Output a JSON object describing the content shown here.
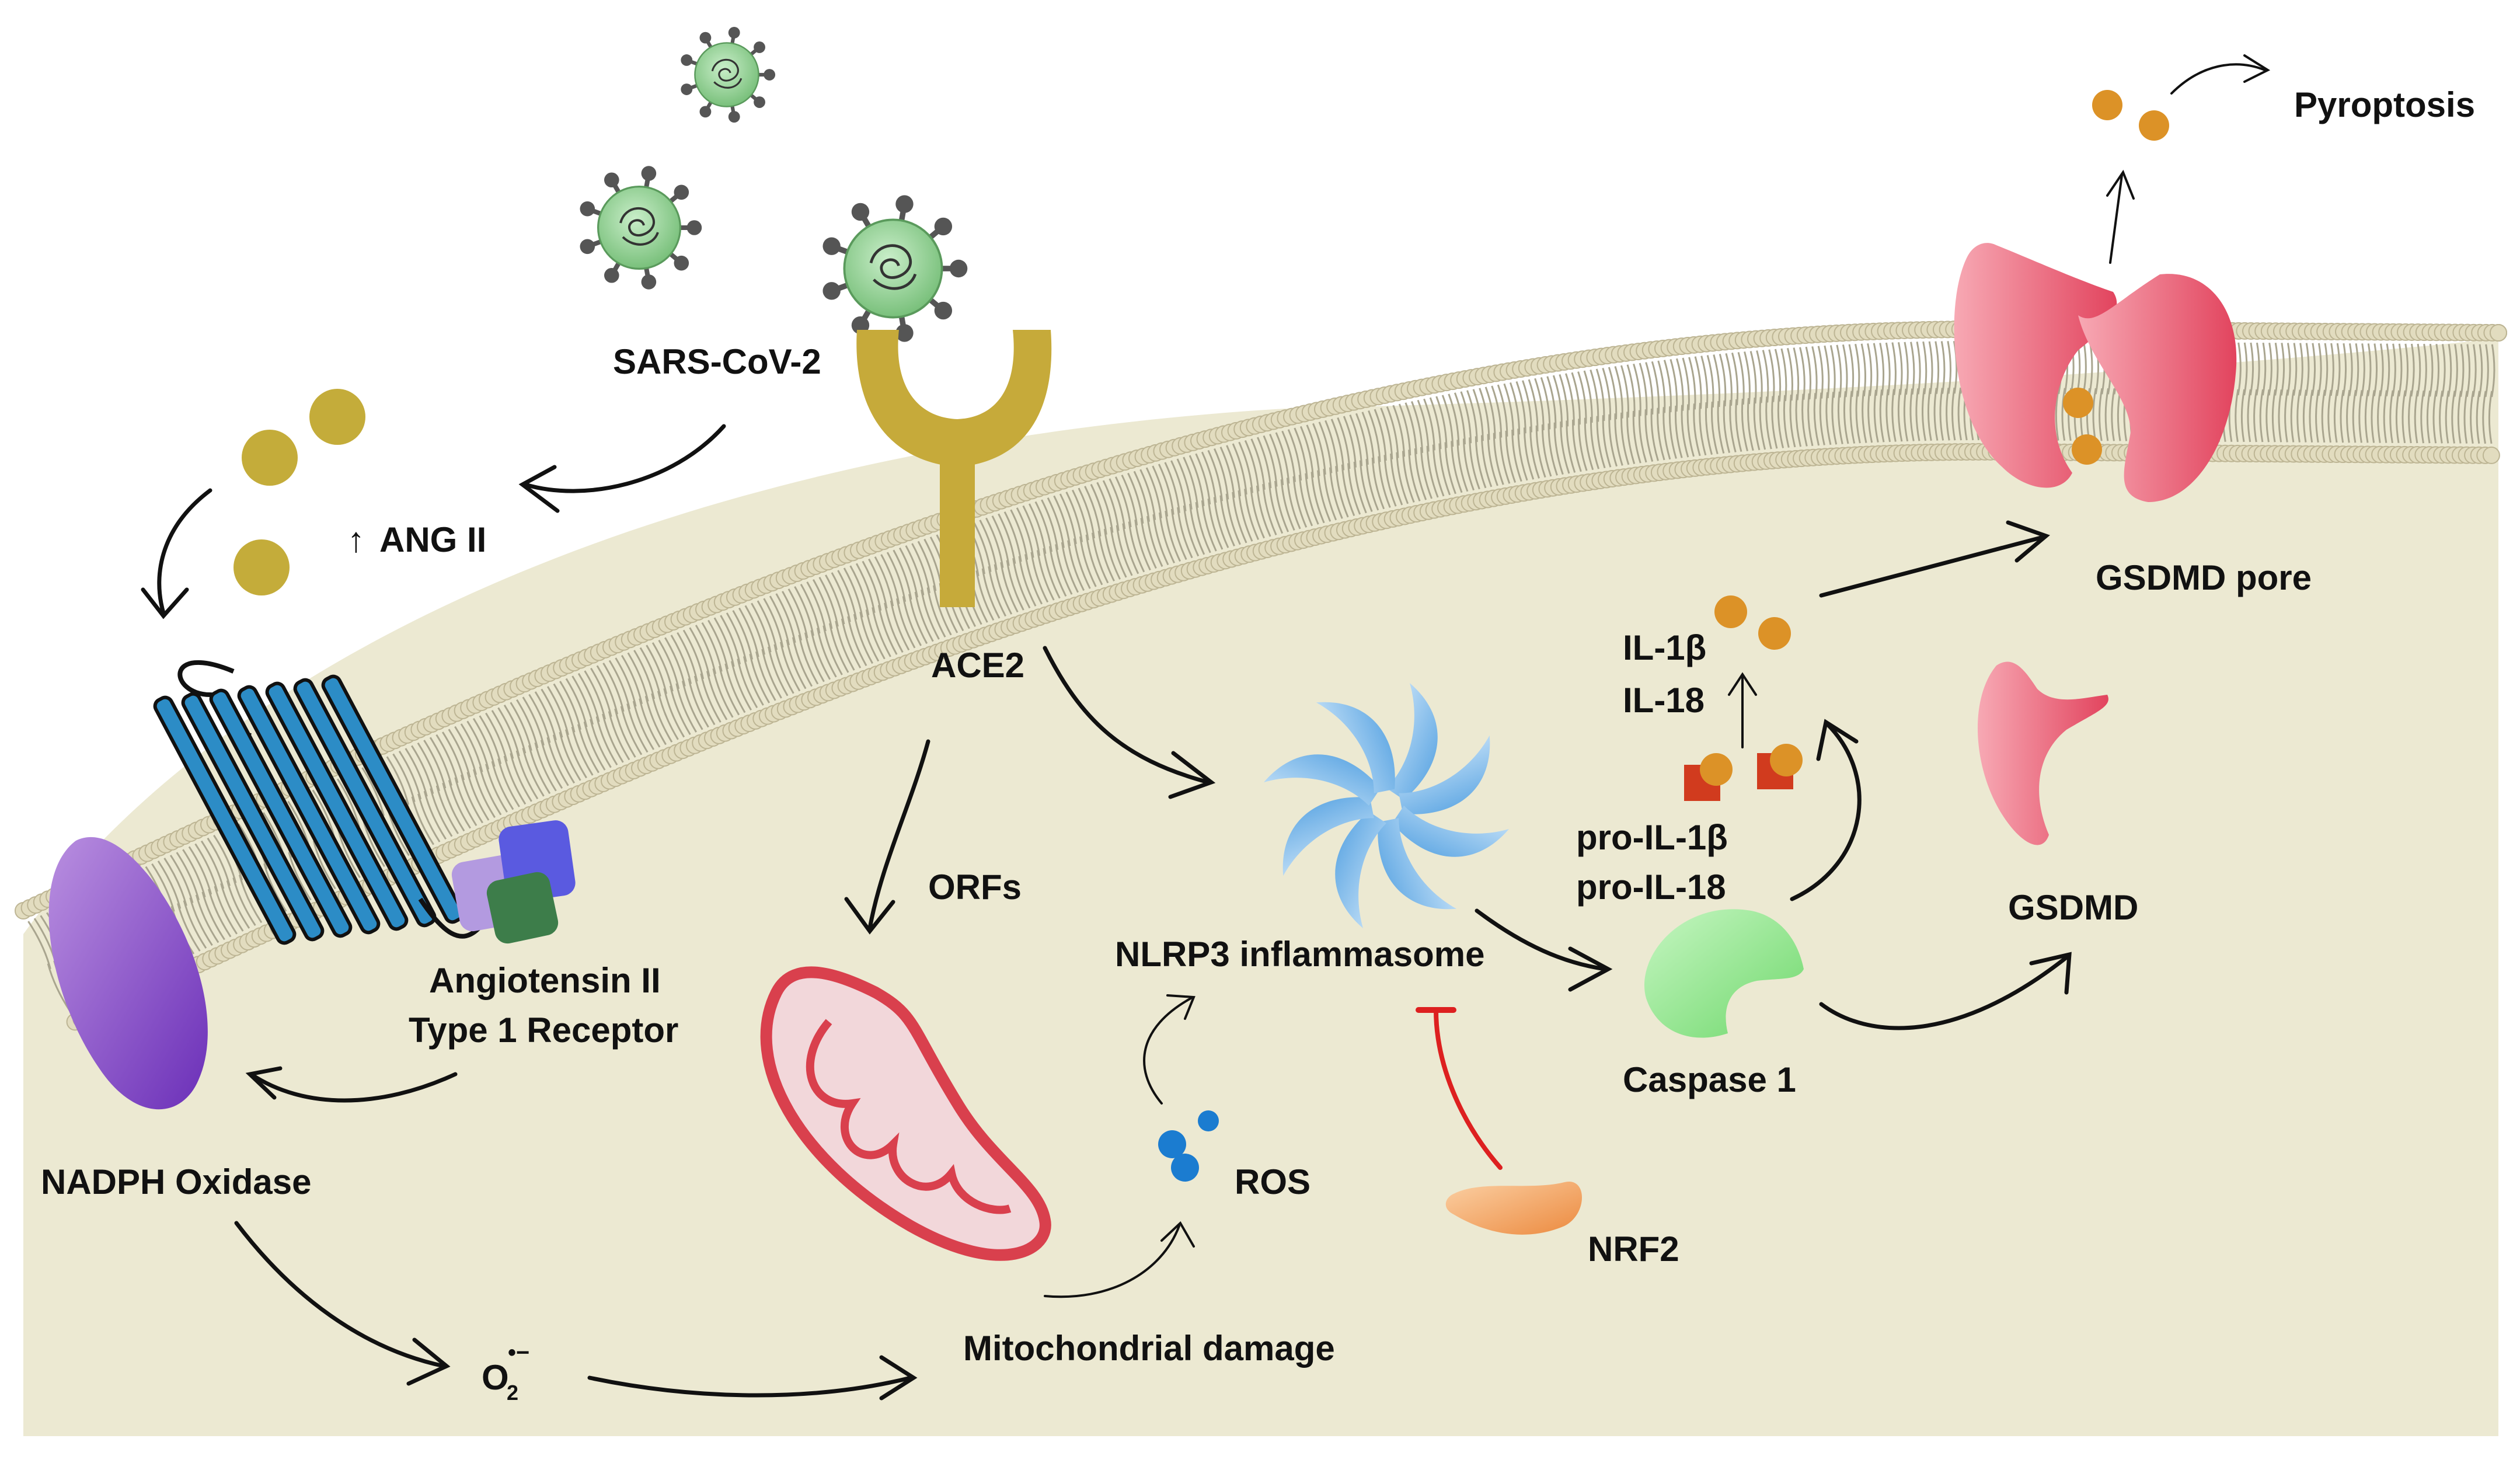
{
  "labels": {
    "pyroptosis": "Pyroptosis",
    "sars_cov_2": "SARS-CoV-2",
    "ang_ii": "ANG II",
    "ace2": "ACE2",
    "gsdmd_pore": "GSDMD pore",
    "il1b": "IL-1β",
    "il18": "IL-18",
    "pro_il1b": "pro-IL-1β",
    "pro_il18": "pro-IL-18",
    "gsdmd": "GSDMD",
    "orfs": "ORFs",
    "at1r_line1": "Angiotensin II",
    "at1r_line2": "Type 1 Receptor",
    "nlrp3": "NLRP3 inflammasome",
    "caspase1": "Caspase 1",
    "nadph_oxidase": "NADPH Oxidase",
    "ros": "ROS",
    "nrf2": "NRF2",
    "mito_damage": "Mitochondrial damage",
    "superoxide_o": "O",
    "superoxide_sub": "2",
    "superoxide_sup": "•−",
    "up_arrow": "↑"
  },
  "colors": {
    "cytoplasm": "#ece9d2",
    "membrane_head": "#e2dcbf",
    "membrane_head_stroke": "#bdb594",
    "membrane_tail": "#a9a58f",
    "ang_ii": "#c4ac3a",
    "ace2": "#c6aa3a",
    "virus": "#98cf98",
    "virus_spike": "#555555",
    "gsdmd": "#ec6f84",
    "il_ball": "#dc9227",
    "pro_box": "#d13b1e",
    "caspase1": "#7fe07c",
    "nadph": "#8a4bd0",
    "receptor": "#2c8cc6",
    "mitochondria": "#e24b57",
    "ros": "#1b7cd0",
    "nrf2": "#f2a25a",
    "inhibit": "#dd2020",
    "nlrp3": "#8ec3f0"
  }
}
